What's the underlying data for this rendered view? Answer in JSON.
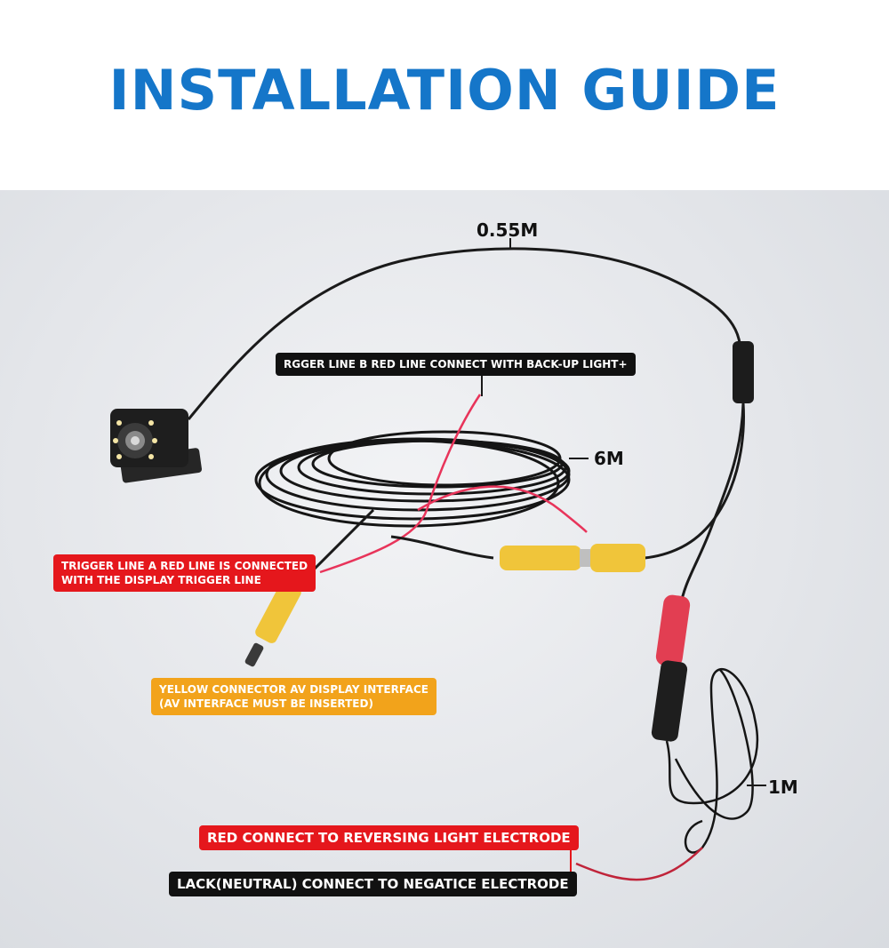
{
  "header": {
    "title": "INSTALLATION GUIDE",
    "title_color": "#1576c9"
  },
  "lengths": {
    "top": "0.55M",
    "coil": "6M",
    "short": "1M"
  },
  "labels": {
    "trigger_b": "RGGER LINE B RED LINE CONNECT WITH BACK-UP LIGHT+",
    "trigger_a_line1": "TRIGGER LINE A RED LINE IS CONNECTED",
    "trigger_a_line2": "WITH THE DISPLAY TRIGGER LINE",
    "yellow_line1": "YELLOW CONNECTOR AV DISPLAY INTERFACE",
    "yellow_line2": "(AV INTERFACE MUST BE INSERTED)",
    "red_electrode": "RED CONNECT TO REVERSING LIGHT ELECTRODE",
    "black_electrode": "LACK(NEUTRAL) CONNECT TO NEGATICE ELECTRODE"
  },
  "colors": {
    "label_dark": "#111111",
    "label_red": "#e5171c",
    "label_amber": "#f2a31b",
    "cable": "#1a1a1a",
    "red_wire": "#e8345a",
    "yellow_connector": "#f0c53a"
  }
}
